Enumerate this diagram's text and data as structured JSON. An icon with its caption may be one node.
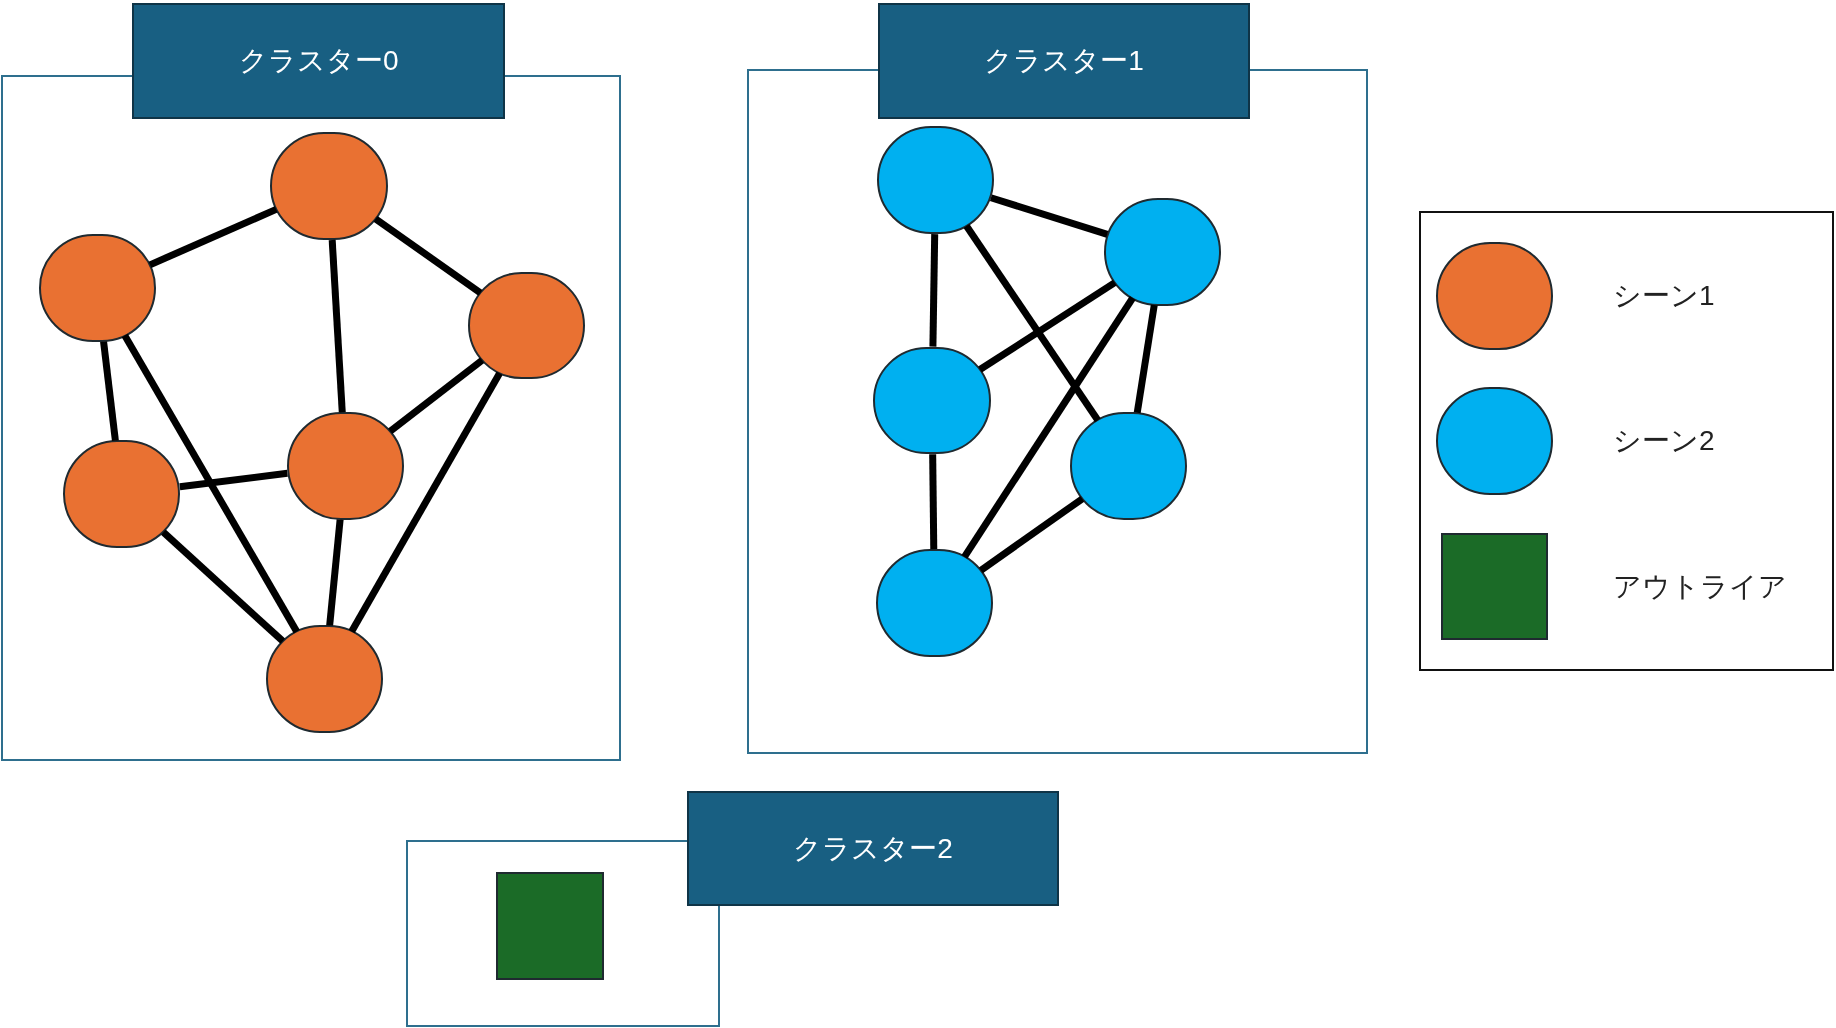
{
  "diagram": {
    "nodes": [
      {
        "text": [
          "クラスター0"
        ]
      },
      {
        "text": [],
        "shape": "circle",
        "in": 0
      },
      {
        "text": [],
        "shape": "circle",
        "in": 0
      },
      {
        "text": [],
        "shape": "circle",
        "in": 0
      },
      {
        "text": [],
        "shape": "circle",
        "in": 0
      },
      {
        "text": [],
        "shape": "circle",
        "in": 0
      },
      {
        "text": [],
        "shape": "circle",
        "in": 0
      },
      {
        "text": [
          "クラスター1"
        ]
      },
      {
        "text": [],
        "shape": "circle",
        "in": 7
      },
      {
        "text": [],
        "shape": "circle",
        "in": 7
      },
      {
        "text": [],
        "shape": "circle",
        "in": 7
      },
      {
        "text": [],
        "shape": "circle",
        "in": 7
      },
      {
        "text": [],
        "shape": "circle",
        "in": 7
      },
      {
        "text": [
          "クラスター2"
        ]
      },
      {
        "text": [],
        "shape": "box",
        "in": 13
      }
    ],
    "edges": [
      {
        "from": 2,
        "to": 1,
        "arrow": "none"
      },
      {
        "from": 1,
        "to": 3,
        "arrow": "none"
      },
      {
        "from": 1,
        "to": 4,
        "arrow": "none"
      },
      {
        "from": 2,
        "to": 5,
        "arrow": "none"
      },
      {
        "from": 2,
        "to": 6,
        "arrow": "none"
      },
      {
        "from": 3,
        "to": 4,
        "arrow": "none"
      },
      {
        "from": 3,
        "to": 6,
        "arrow": "none"
      },
      {
        "from": 4,
        "to": 5,
        "arrow": "none"
      },
      {
        "from": 4,
        "to": 6,
        "arrow": "none"
      },
      {
        "from": 5,
        "to": 6,
        "arrow": "none"
      },
      {
        "from": 8,
        "to": 9,
        "arrow": "none"
      },
      {
        "from": 8,
        "to": 10,
        "arrow": "none"
      },
      {
        "from": 8,
        "to": 11,
        "arrow": "none"
      },
      {
        "from": 9,
        "to": 10,
        "arrow": "none"
      },
      {
        "from": 9,
        "to": 12,
        "arrow": "none"
      },
      {
        "from": 9,
        "to": 11,
        "arrow": "none"
      },
      {
        "from": 10,
        "to": 12,
        "arrow": "none"
      },
      {
        "from": 11,
        "to": 12,
        "arrow": "none"
      }
    ],
    "legend": [
      {
        "text": "シーン1",
        "color": "#e97132"
      },
      {
        "text": "シーン2",
        "color": "#00b0f0"
      },
      {
        "text": "アウトライア",
        "color": "#1b6b27"
      }
    ]
  }
}
